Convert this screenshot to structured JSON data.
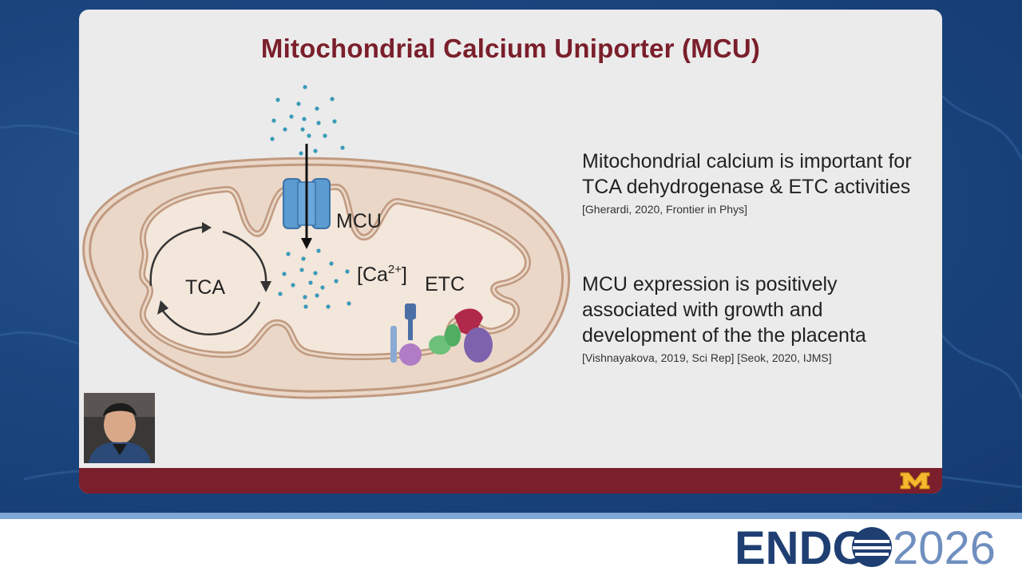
{
  "slide": {
    "title": "Mitochondrial Calcium Uniporter (MCU)"
  },
  "diagram": {
    "labels": {
      "tca": "TCA",
      "mcu": "MCU",
      "ca_base": "[Ca",
      "ca_sup": "2+",
      "ca_close": "]",
      "etc": "ETC"
    }
  },
  "bullets": [
    {
      "text": "Mitochondrial calcium is important for TCA dehydrogenase & ETC activities",
      "ref": "[Gherardi, 2020, Frontier in Phys]"
    },
    {
      "text": "MCU expression is positively associated with growth and development of the the placenta",
      "ref": "[Vishnayakova, 2019, Sci Rep] [Seok, 2020, IJMS]"
    }
  ],
  "branding": {
    "conference_name": "ENDO",
    "conference_year": "2026",
    "university_mark": "M"
  },
  "colors": {
    "title": "#7a1f2b",
    "footer_bar": "#7a1f2b",
    "background": "#1c467f",
    "slide_bg": "#ebebeb",
    "endo_navy": "#1f3f73",
    "endo_year": "#6f8fbf",
    "gold": "#f5b82e"
  }
}
